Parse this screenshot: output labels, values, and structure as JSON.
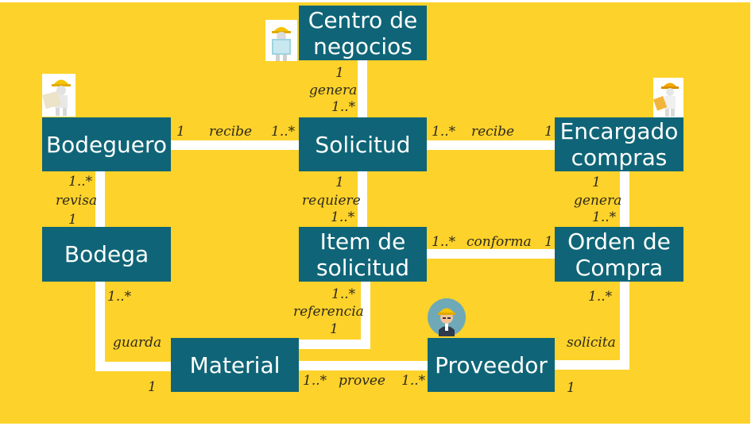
{
  "entities": {
    "centro_negocios": "Centro de\nnegocios",
    "bodeguero": "Bodeguero",
    "solicitud": "Solicitud",
    "encargado_compras": "Encargado\ncompras",
    "bodega": "Bodega",
    "item_solicitud": "Item  de\nsolicitud",
    "orden_compra": "Orden de\nCompra",
    "material": "Material",
    "proveedor": "Proveedor"
  },
  "relations": {
    "centro_solicitud": {
      "source_mult": "1",
      "verb": "genera",
      "target_mult": "1..*"
    },
    "bodeguero_solicitud": {
      "source_mult": "1",
      "verb": "recibe",
      "target_mult": "1..*"
    },
    "solicitud_encargado": {
      "source_mult": "1..*",
      "verb": "recibe",
      "target_mult": "1"
    },
    "bodeguero_bodega": {
      "source_mult": "1..*",
      "verb": "revisa",
      "target_mult": "1"
    },
    "solicitud_item": {
      "source_mult": "1",
      "verb": "requiere",
      "target_mult": "1..*"
    },
    "encargado_orden": {
      "source_mult": "1",
      "verb": "genera",
      "target_mult": "1..*"
    },
    "item_orden": {
      "source_mult": "1..*",
      "verb": "conforma",
      "target_mult": "1"
    },
    "bodega_material": {
      "source_mult": "1..*",
      "verb": "guarda",
      "target_mult": "1"
    },
    "item_material": {
      "source_mult": "1..*",
      "verb": "referencia",
      "target_mult": "1"
    },
    "material_proveedor": {
      "source_mult": "1..*",
      "verb": "provee",
      "target_mult": "1..*"
    },
    "orden_proveedor": {
      "source_mult": "1..*",
      "verb": "solicita",
      "target_mult": "1"
    }
  },
  "icons": [
    "worker-reading-plans-icon",
    "worker-with-blueprint-icon",
    "worker-with-clipboard-icon",
    "worker-avatar-icon"
  ],
  "colors": {
    "background": "#fdd22a",
    "entity": "#0f6577",
    "connector": "#ffffff",
    "entity_text": "#ffffff",
    "label_text": "#2e2a1e"
  }
}
